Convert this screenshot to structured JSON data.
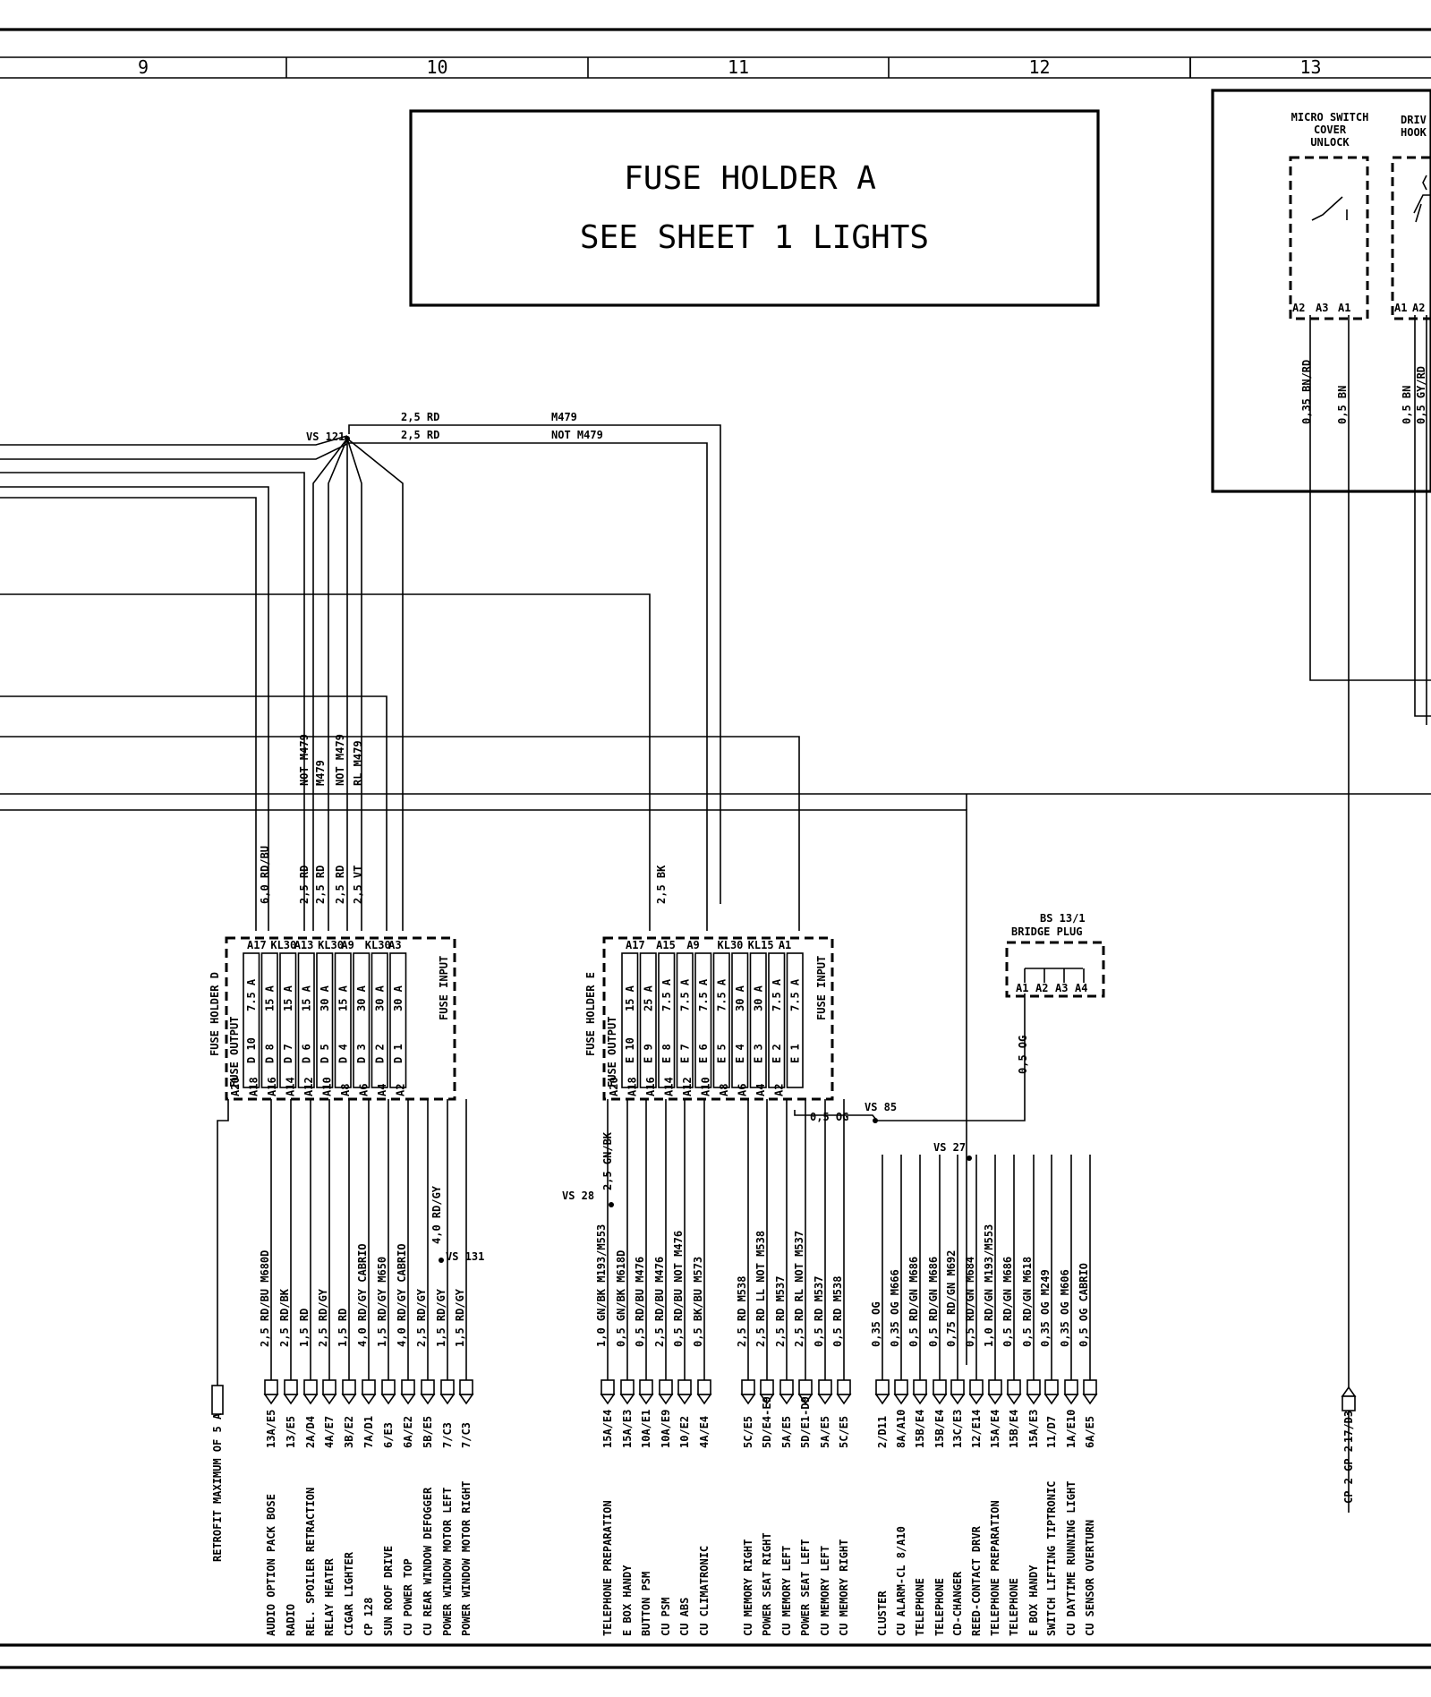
{
  "columns": [
    "9",
    "10",
    "11",
    "12",
    "13"
  ],
  "fuse_holder_a": {
    "title": "FUSE HOLDER A",
    "note": "SEE  SHEET 1  LIGHTS"
  },
  "components": {
    "micro_switch": "MICRO SWITCH COVER UNLOCK",
    "micro_switch_pins": [
      "A2",
      "A3",
      "A1"
    ],
    "driver_hook": "DRIV HOOK",
    "driver_hook_pins": [
      "A1",
      "A2"
    ],
    "bridge_plug": {
      "name": "BS 13/1",
      "label": "BRIDGE PLUG",
      "pins": [
        "A1",
        "A2",
        "A3",
        "A4"
      ]
    }
  },
  "wires_top": [
    "2,5 RD",
    "2,5 RD",
    "M479",
    "NOT M479",
    "VS 121"
  ],
  "right_wires": [
    "0,35 BN/RD",
    "0,5 BN",
    "0,5 BN",
    "0,5 GY/RD"
  ],
  "fuse_holder_d": {
    "title": "FUSE HOLDER D",
    "output_label": "FUSE OUTPUT",
    "input_label": "FUSE INPUT",
    "top_pins": [
      "A17",
      "KL30",
      "A13",
      "KL30",
      "A9",
      "KL30",
      "A3"
    ],
    "fuses": [
      "7.5 A",
      "15 A",
      "15 A",
      "15 A",
      "30 A",
      "15 A",
      "30 A",
      "30 A",
      "30 A"
    ],
    "d_nums": [
      "D 10",
      "D 8",
      "D 7",
      "D 6",
      "D 5",
      "D 4",
      "D 3",
      "D 2",
      "D 1"
    ],
    "bottom_pins": [
      "A20",
      "A18",
      "A16",
      "A14",
      "A12",
      "A10",
      "A8",
      "A6",
      "A4",
      "A2"
    ],
    "input_wires": [
      "6,0 RD/BU",
      "2,5 RD",
      "2,5 RD",
      "2,5 RD",
      "2,5 VT"
    ],
    "input_options": [
      "NOT M479",
      "M479",
      "NOT M479",
      "RL M479"
    ]
  },
  "fuse_holder_e": {
    "title": "FUSE HOLDER E",
    "output_label": "FUSE OUTPUT",
    "input_label": "FUSE INPUT",
    "top_pins": [
      "A17",
      "A15",
      "A9",
      "KL30",
      "KL15",
      "A1"
    ],
    "fuses": [
      "15 A",
      "25 A",
      "7.5 A",
      "7.5 A",
      "7.5 A",
      "7.5 A",
      "30 A",
      "30 A",
      "7.5 A",
      "7.5 A"
    ],
    "e_nums": [
      "E 10",
      "E 9",
      "E 8",
      "E 7",
      "E 6",
      "E 5",
      "E 4",
      "E 3",
      "E 2",
      "E 1"
    ],
    "bottom_pins": [
      "A20",
      "A18",
      "A16",
      "A14",
      "A12",
      "A10",
      "A8",
      "A6",
      "A4",
      "A2"
    ],
    "input_wires": [
      "2,5 BK"
    ],
    "splice_labels": [
      "VS 85",
      "0,5 OG",
      "VS 27",
      "VS 28",
      "2,5 GN/BK",
      "0,5 OG",
      "VS 131",
      "4,0 RD/GY"
    ]
  },
  "outputs_d": [
    {
      "label": "RETROFIT MAXIMUM OF 5 A",
      "ref": "",
      "wire": ""
    },
    {
      "label": "AUDIO OPTION PACK BOSE",
      "ref": "13A/E5",
      "wire": "2,5 RD/BU M680D"
    },
    {
      "label": "RADIO",
      "ref": "13/E5",
      "wire": "2,5 RD/BK"
    },
    {
      "label": "REL. SPOILER RETRACTION",
      "ref": "2A/D4",
      "wire": "1,5 RD"
    },
    {
      "label": "RELAY HEATER",
      "ref": "4A/E7",
      "wire": "2,5 RD/GY"
    },
    {
      "label": "CIGAR LIGHTER",
      "ref": "3B/E2",
      "wire": "1,5 RD"
    },
    {
      "label": "CP 128",
      "ref": "7A/D1",
      "wire": "4,0 RD/GY CABRIO"
    },
    {
      "label": "SUN ROOF DRIVE",
      "ref": "6/E3",
      "wire": "1,5 RD/GY M650"
    },
    {
      "label": "CU POWER TOP",
      "ref": "6A/E2",
      "wire": "4,0 RD/GY CABRIO"
    },
    {
      "label": "CU REAR WINDOW DEFOGGER",
      "ref": "5B/E5",
      "wire": "2,5 RD/GY"
    },
    {
      "label": "POWER WINDOW MOTOR LEFT",
      "ref": "7/C3",
      "wire": "1,5 RD/GY"
    },
    {
      "label": "POWER WINDOW MOTOR RIGHT",
      "ref": "7/C3",
      "wire": "1,5 RD/GY"
    }
  ],
  "outputs_e": [
    {
      "label": "TELEPHONE PREPARATION",
      "ref": "15A/E4",
      "wire": "1,0 GN/BK M193/M553"
    },
    {
      "label": "E BOX HANDY",
      "ref": "15A/E3",
      "wire": "0,5 GN/BK M618D"
    },
    {
      "label": "BUTTON PSM",
      "ref": "10A/E1",
      "wire": "0,5 RD/BU M476"
    },
    {
      "label": "CU PSM",
      "ref": "10A/E9",
      "wire": "2,5 RD/BU M476"
    },
    {
      "label": "CU ABS",
      "ref": "10/E2",
      "wire": "0,5 RD/BU NOT M476"
    },
    {
      "label": "CU CLIMATRONIC",
      "ref": "4A/E4",
      "wire": "0,5 BK/BU M573"
    },
    {
      "label": "CU MEMORY RIGHT",
      "ref": "5C/E5",
      "wire": "2,5 RD M538"
    },
    {
      "label": "POWER SEAT RIGHT",
      "ref": "5D/E4-E9",
      "wire": "2,5 RD LL NOT M538"
    },
    {
      "label": "CU MEMORY LEFT",
      "ref": "5A/E5",
      "wire": "2,5 RD M537"
    },
    {
      "label": "POWER SEAT LEFT",
      "ref": "5D/E1-D9",
      "wire": "2,5 RD RL NOT M537"
    },
    {
      "label": "CU MEMORY LEFT",
      "ref": "5A/E5",
      "wire": "0,5 RD M537"
    },
    {
      "label": "CU MEMORY RIGHT",
      "ref": "5C/E5",
      "wire": "0,5 RD M538"
    }
  ],
  "outputs_og": [
    {
      "label": "CLUSTER",
      "ref": "2/D11",
      "wire": "0,35 OG"
    },
    {
      "label": "CU ALARM-CL 8/A10",
      "ref": "8A/A10",
      "wire": "0,35 OG M666"
    },
    {
      "label": "TELEPHONE",
      "ref": "15B/E4",
      "wire": "0,5 RD/GN M686"
    },
    {
      "label": "TELEPHONE",
      "ref": "15B/E4",
      "wire": "0,5 RD/GN M686"
    },
    {
      "label": "CD-CHANGER",
      "ref": "13C/E3",
      "wire": "0,75 RD/GN M692"
    },
    {
      "label": "REED-CONTACT DRVR",
      "ref": "12/E14",
      "wire": "0,5 RD/GN M684"
    },
    {
      "label": "TELEPHONE PREPARATION",
      "ref": "15A/E4",
      "wire": "1,0 RD/GN M193/M553"
    },
    {
      "label": "TELEPHONE",
      "ref": "15B/E4",
      "wire": "0,5 RD/GN M686"
    },
    {
      "label": "E BOX HANDY",
      "ref": "15A/E3",
      "wire": "0,5 RD/GN M618"
    },
    {
      "label": "SWITCH LIFTING TIPTRONIC",
      "ref": "11/D7",
      "wire": "0,35 OG M249"
    },
    {
      "label": "CU DAYTIME RUNNING LIGHT",
      "ref": "1A/E10",
      "wire": "0,35 OG M606"
    },
    {
      "label": "CU SENSOR OVERTURN",
      "ref": "6A/E5",
      "wire": "0,5 OG CABRIO"
    }
  ],
  "ground": {
    "label": "CP 2 GP 2",
    "ref": "17/D3"
  }
}
